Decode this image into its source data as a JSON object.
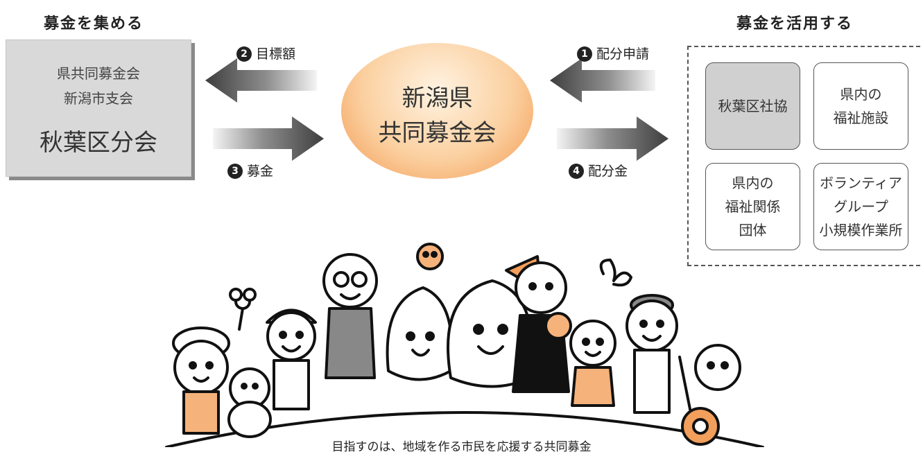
{
  "headings": {
    "left": "募金を集める",
    "right": "募金を活用する"
  },
  "left_box": {
    "line1": "県共同募金会",
    "line2": "新潟市支会",
    "line3": "秋葉区分会"
  },
  "center": {
    "line1": "新潟県",
    "line2": "共同募金会"
  },
  "arrows": [
    {
      "num": "❷",
      "text": "目標額"
    },
    {
      "num": "❸",
      "text": "募金"
    },
    {
      "num": "❶",
      "text": "配分申請"
    },
    {
      "num": "❹",
      "text": "配分金"
    }
  ],
  "recipients": [
    {
      "lines": [
        "秋葉区社協"
      ]
    },
    {
      "lines": [
        "県内の",
        "福祉施設"
      ]
    },
    {
      "lines": [
        "県内の",
        "福祉関係",
        "団体"
      ]
    },
    {
      "lines": [
        "ボランティア",
        "グループ",
        "小規模作業所"
      ]
    }
  ],
  "caption": "目指すのは、地域を作る市民を応援する共同募金",
  "colors": {
    "left_box": "#d9d9d9",
    "center_gradient": "#f5aa6a",
    "highlight_box": "#d0d0d0",
    "arrow_dark": "#444444"
  }
}
